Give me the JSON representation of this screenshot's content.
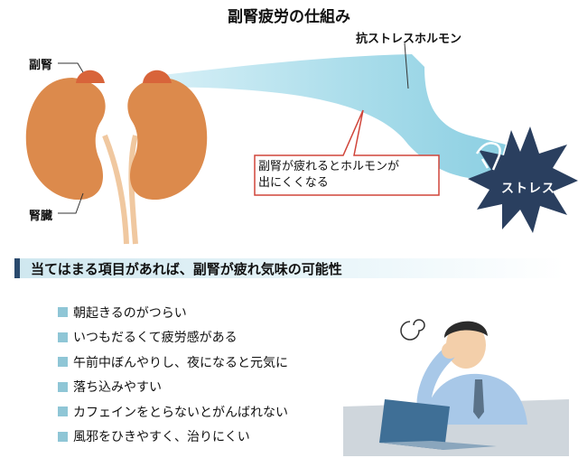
{
  "title": "副腎疲労の仕組み",
  "labels": {
    "adrenal": "副腎",
    "kidney": "腎臓",
    "hormone": "抗ストレスホルモン",
    "stress": "ストレス"
  },
  "callout": {
    "line1": "副腎が疲れるとホルモンが",
    "line2": "出にくくなる"
  },
  "section_title": "当てはまる項目があれば、副腎が疲れ気味の可能性",
  "checklist": [
    "朝起きるのがつらい",
    "いつもだるくて疲労感がある",
    "午前中ぼんやりし、夜になると元気に",
    "落ち込みやすい",
    "カフェインをとらないとがんばれない",
    "風邪をひきやすく、治りにくい"
  ],
  "colors": {
    "kidney": "#dc8a4c",
    "adrenal": "#d8643a",
    "hormone_flow": "#9fd6e6",
    "stress_burst": "#2a3f5f",
    "callout_border": "#d0453a",
    "checkbox": "#8fc6d6"
  }
}
